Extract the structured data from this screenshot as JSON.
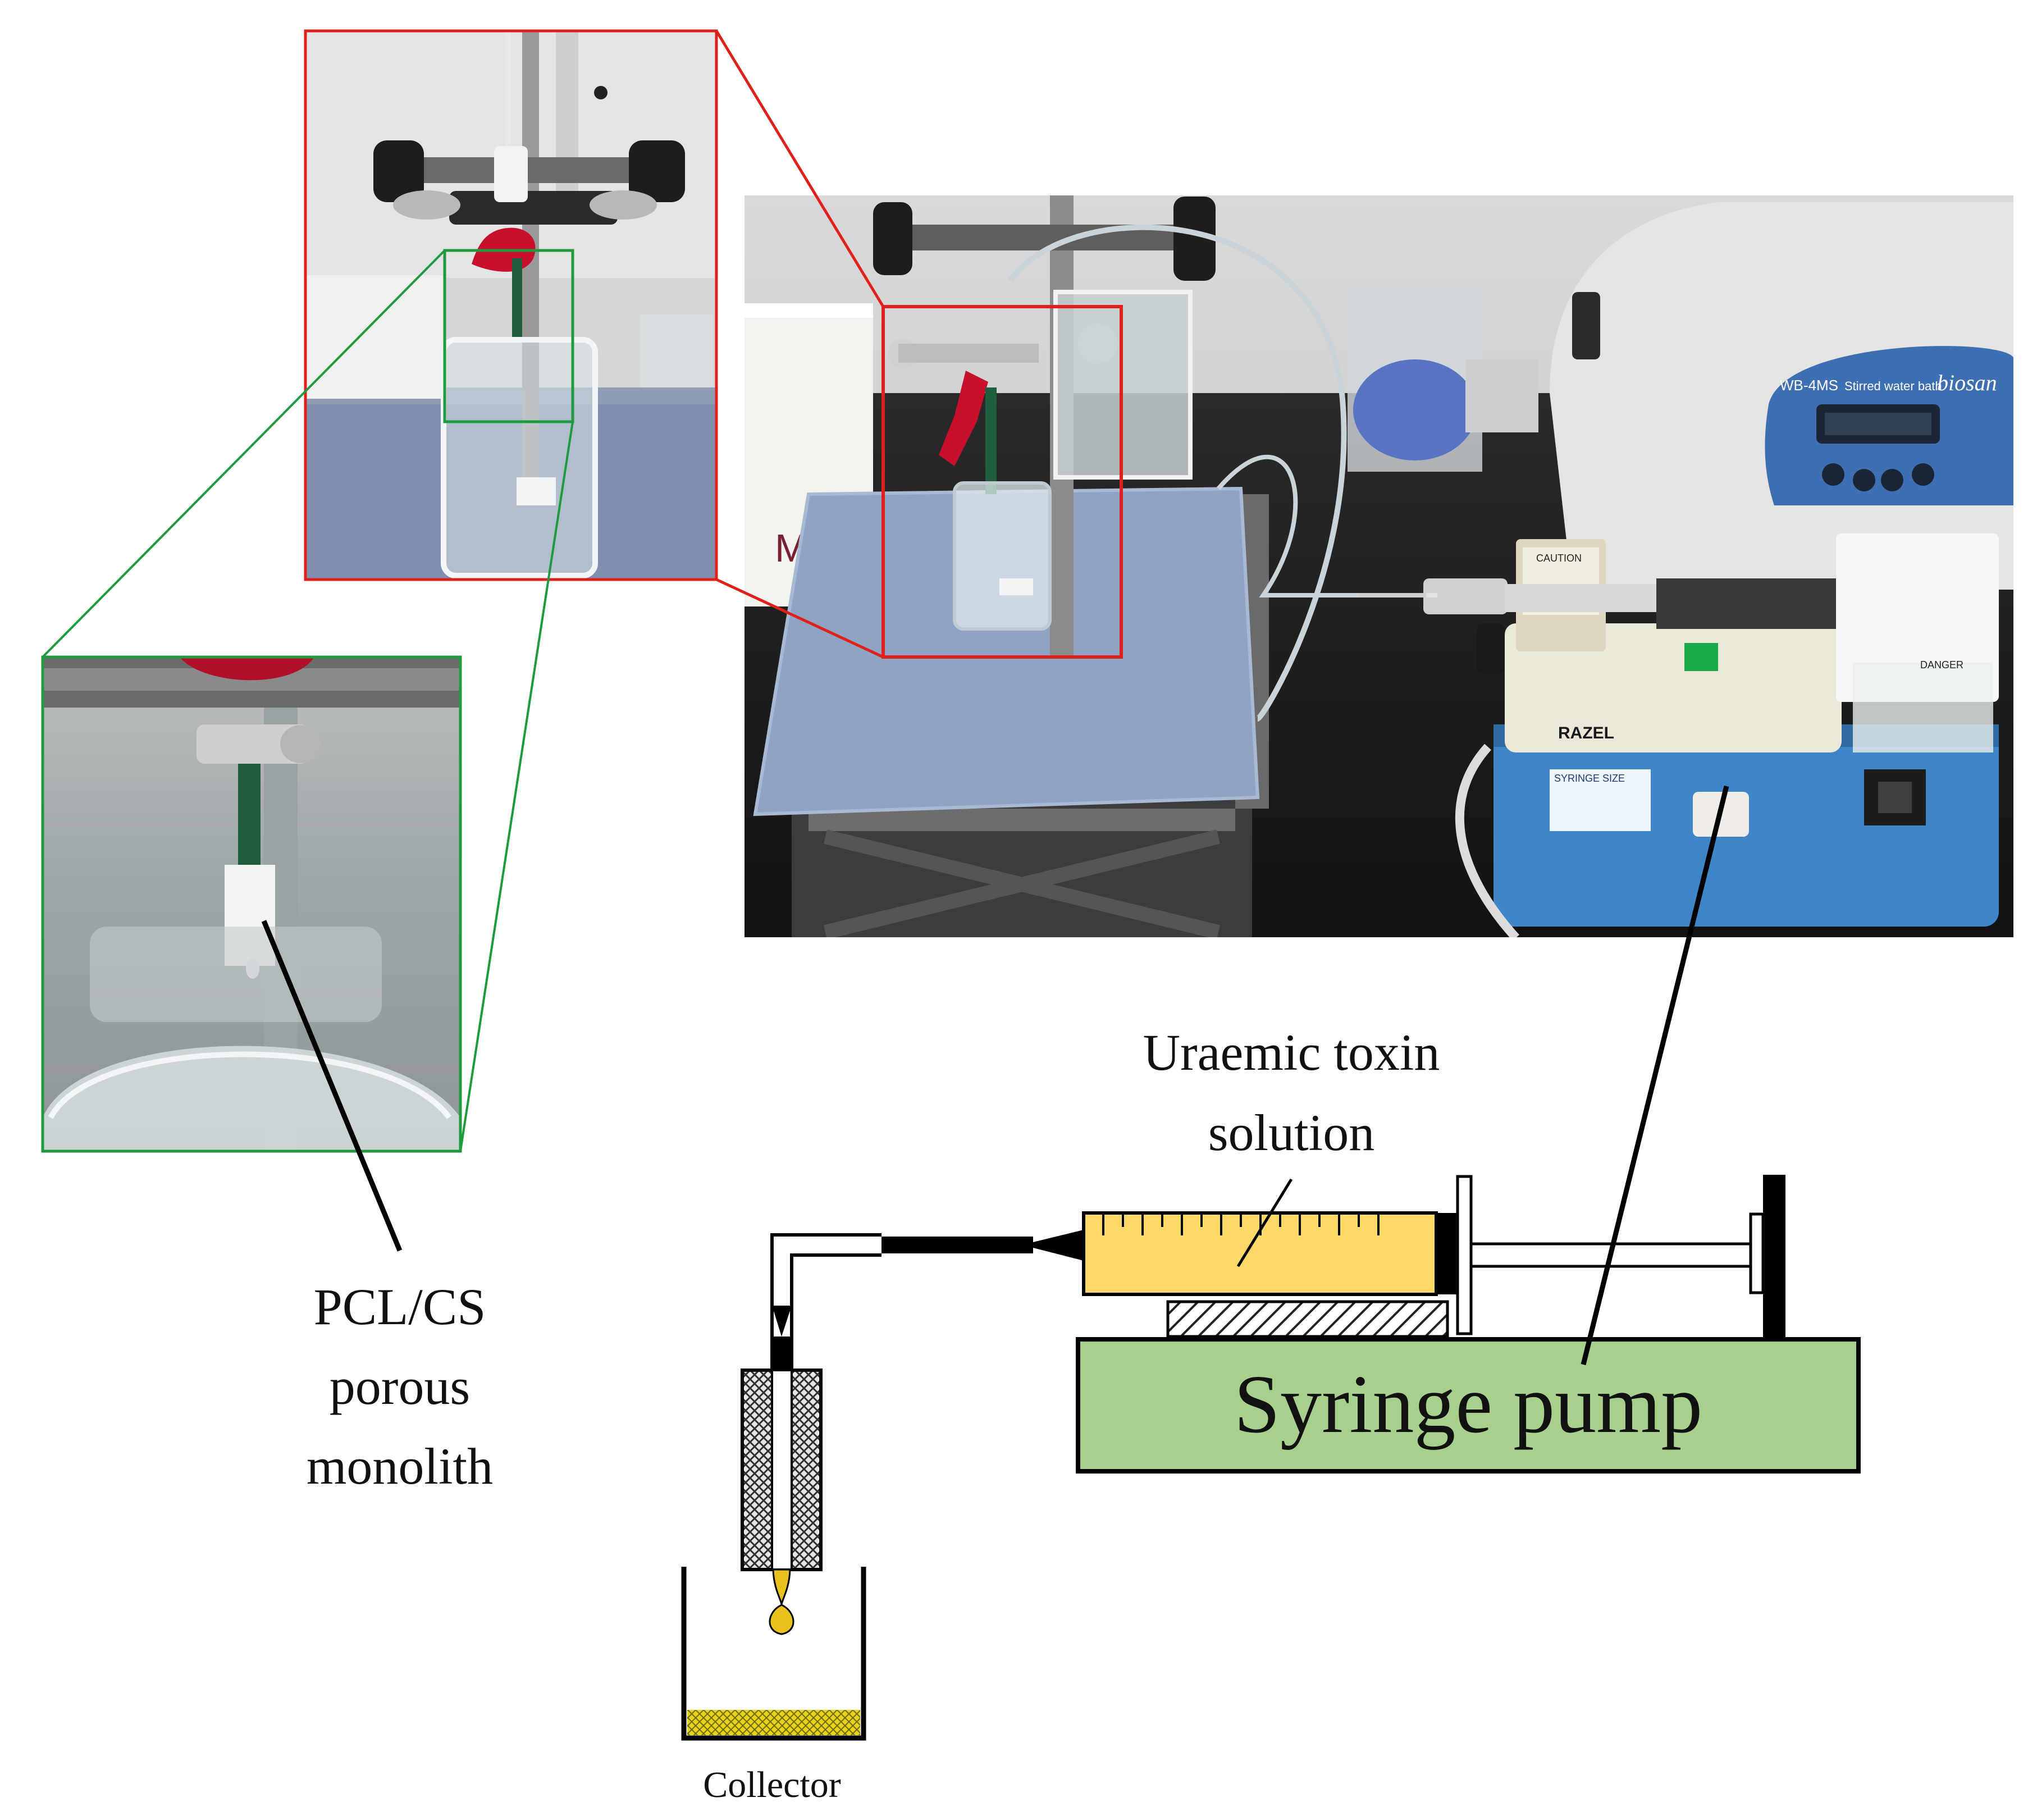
{
  "labels": {
    "toxin_line1": "Uraemic toxin",
    "toxin_line2": "solution",
    "monolith_line1": "PCL/CS",
    "monolith_line2": "porous",
    "monolith_line3": "monolith",
    "pump": "Syringe pump",
    "collector": "Collector"
  },
  "photo_labels": {
    "pump_brand": "RAZEL",
    "syringe_size": "SYRINGE SIZE",
    "caution": "CAUTION",
    "danger": "DANGER",
    "bath_model": "WB-4MS",
    "bath_name": "Stirred water bath",
    "bath_brand": "biosan"
  },
  "colors": {
    "red_zoom_frame": "#e0201a",
    "green_zoom_frame": "#1f9a3c",
    "pump_body": "#a8d08d",
    "syringe_fluid": "#ffd966",
    "collector_fluid": "#e8d21a",
    "bench_paper": "#8fa3c4",
    "pump_photo_blue": "#3f86c8"
  }
}
